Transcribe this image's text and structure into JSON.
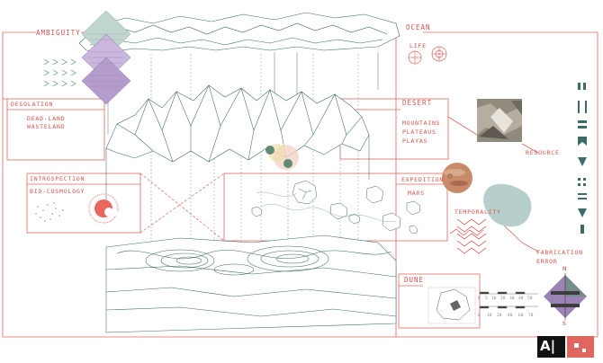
{
  "labels": {
    "ambiguity": "AMBIGUITY",
    "ocean": "OCEAN",
    "life": "LIFE",
    "desolation": "DESOLATION",
    "dead_land": "DEAD-LAND",
    "wasteland": "WASTELAND",
    "desert": "DESERT",
    "mountains": "MOUNTAINS",
    "plateaus": "PLATEAUS",
    "playas": "PLAYAS",
    "resource": "RESOURCE",
    "introspection": "INTROSPECTION",
    "bio_cosmology": "BIO-COSMOLOGY",
    "expedition": "EXPEDITION",
    "mars": "MARS",
    "temporality": "TEMPORALITY",
    "fabrication": "FABRICATION",
    "error": "ERROR",
    "dune": "DUNE"
  },
  "scale": {
    "top_ticks": [
      "0",
      "5",
      "10",
      "20",
      "30",
      "40",
      "50"
    ],
    "bottom_ticks": [
      "0",
      "10",
      "20",
      "40",
      "60",
      "70"
    ],
    "north": "N",
    "south": "S"
  },
  "colors": {
    "accent": "#d9534a",
    "line": "#3d6b66",
    "diamond": "#8a6fa8",
    "diamond_green": "#7fa79c",
    "mars": "#c98a6a"
  },
  "logo": "A|"
}
